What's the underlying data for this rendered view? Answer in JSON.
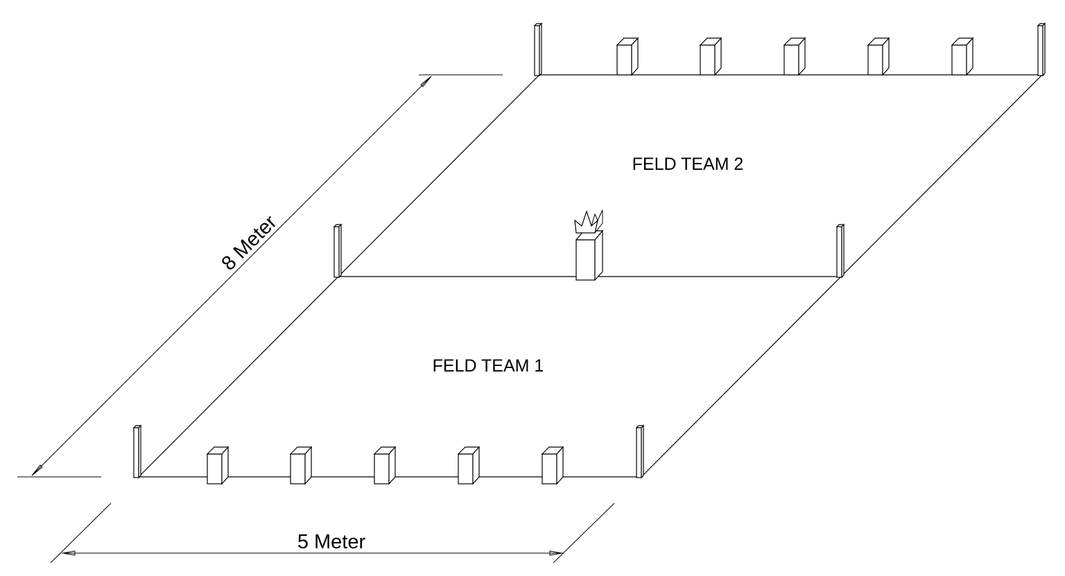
{
  "labels": {
    "field_team_1": "FELD TEAM 1",
    "field_team_2": "FELD TEAM 2",
    "dim_length": "8 Meter",
    "dim_width": "5 Meter"
  },
  "colors": {
    "line": "#000000",
    "background": "#ffffff"
  }
}
